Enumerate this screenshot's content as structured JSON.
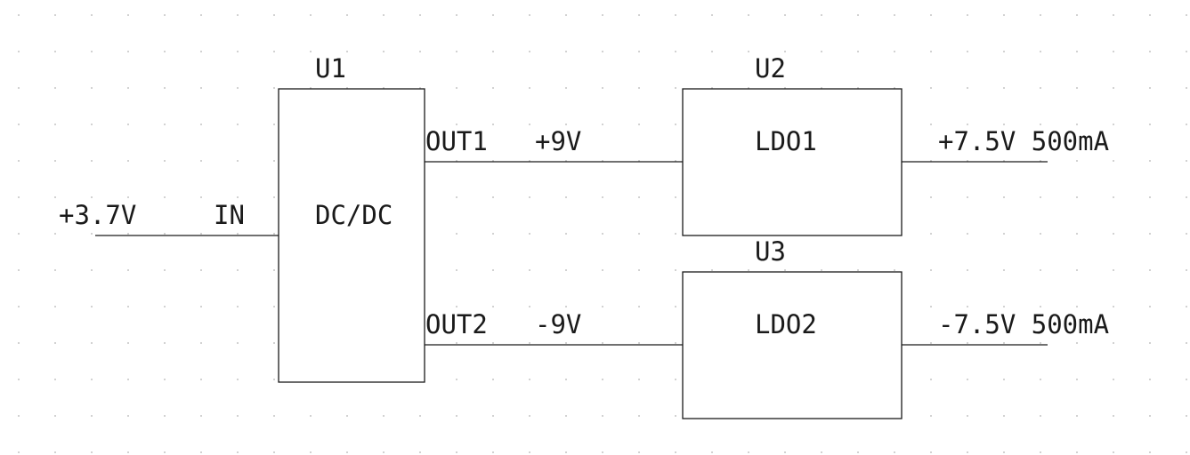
{
  "colors": {
    "background": "#ffffff",
    "line": "#1a1a1a",
    "grid_dot": "#c4c4c4"
  },
  "input": {
    "voltage": "+3.7V",
    "pin": "IN"
  },
  "u1": {
    "ref": "U1",
    "name": "DC/DC",
    "out1_pin": "OUT1",
    "out1_voltage": "+9V",
    "out2_pin": "OUT2",
    "out2_voltage": "-9V"
  },
  "u2": {
    "ref": "U2",
    "name": "LDO1",
    "output": "+7.5V 500mA"
  },
  "u3": {
    "ref": "U3",
    "name": "LDO2",
    "output": "-7.5V 500mA"
  }
}
